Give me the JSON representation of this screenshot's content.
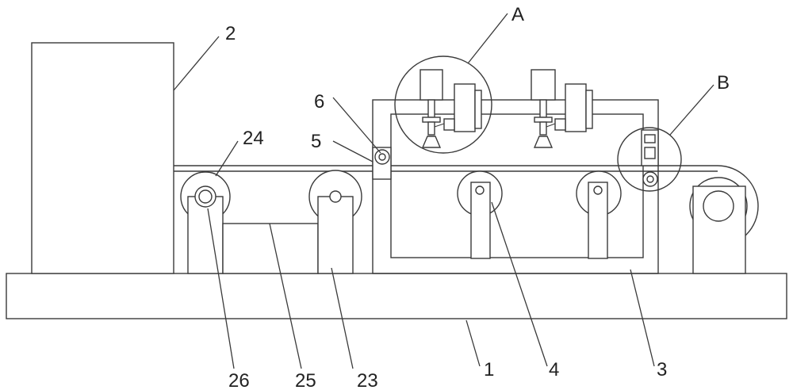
{
  "labels": {
    "l1": "1",
    "l2": "2",
    "l3": "3",
    "l4": "4",
    "l5": "5",
    "l6": "6",
    "l23": "23",
    "l24": "24",
    "l25": "25",
    "l26": "26",
    "lA": "A",
    "lB": "B"
  }
}
